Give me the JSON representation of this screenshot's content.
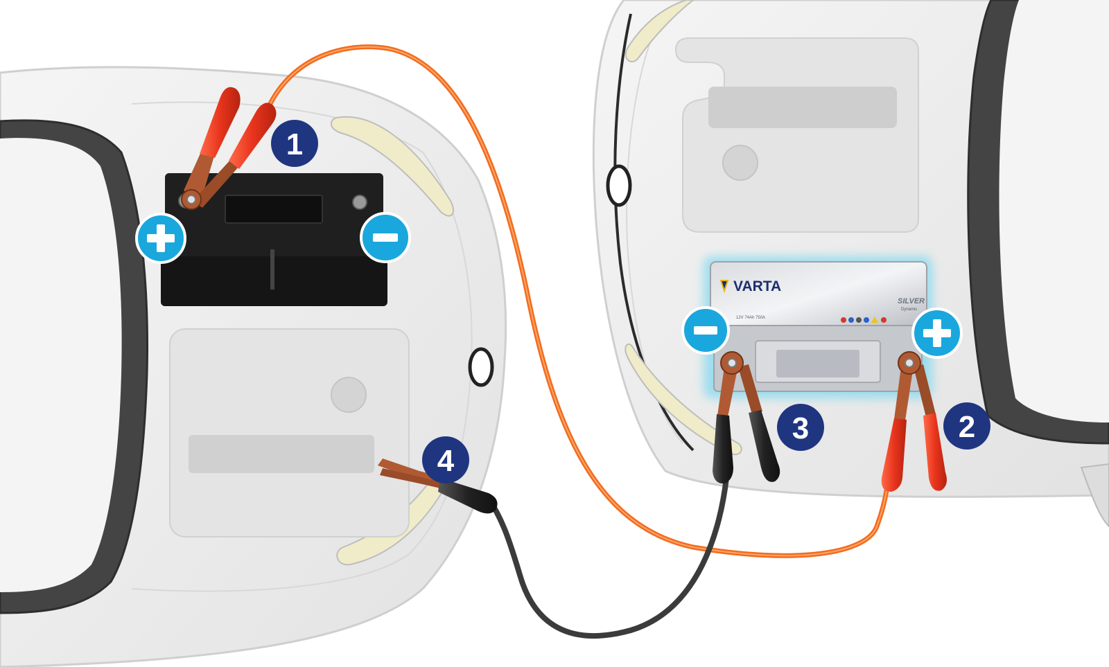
{
  "steps": [
    {
      "id": "1",
      "label": "1"
    },
    {
      "id": "2",
      "label": "2"
    },
    {
      "id": "3",
      "label": "3"
    },
    {
      "id": "4",
      "label": "4"
    }
  ],
  "polarity": {
    "positive": "+",
    "negative": "-"
  },
  "battery_label": {
    "brand": "VARTA",
    "line": "SILVER",
    "sub_line": "Dynamic",
    "spec": "12V 74Ah 750A"
  },
  "icons": {
    "badge": "number-badge-icon",
    "positive": "plus-icon",
    "negative": "minus-icon",
    "clamp": "jumper-clamp-icon",
    "logo": "varta-logo-icon"
  },
  "colors": {
    "badge": "#1f3580",
    "polarity": "#1aa7dd",
    "cable_positive": "#f36b1f",
    "cable_negative": "#3b3b3b",
    "clamp_positive": "#e8341c",
    "clamp_negative": "#222222",
    "clamp_jaw": "#b05a33",
    "battery_dark": "#1f1f1f",
    "battery_silver": "#bfc2c8",
    "battery_glow": "#5ad2f0",
    "car_body": "#eeeeee",
    "car_outline": "#c9c9c9",
    "tire": "#3d3d3d",
    "lamp": "#f0ecc9"
  }
}
